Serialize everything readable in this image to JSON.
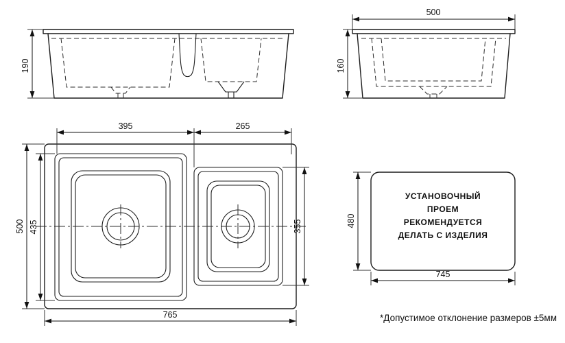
{
  "drawing": {
    "front_view": {
      "dim_height": "190"
    },
    "side_view": {
      "dim_width": "500",
      "dim_depth": "160"
    },
    "plan_view": {
      "dim_main_bowl_width": "395",
      "dim_second_bowl_width": "265",
      "dim_overall_depth": "500",
      "dim_main_bowl_depth": "435",
      "dim_second_bowl_depth": "355",
      "dim_overall_width": "765"
    },
    "cutout_note": {
      "dim_height": "480",
      "dim_width": "745",
      "line1": "УСТАНОВОЧНЫЙ",
      "line2": "ПРОЕМ",
      "line3": "РЕКОМЕНДУЕТСЯ",
      "line4": "ДЕЛАТЬ С ИЗДЕЛИЯ"
    },
    "tolerance_note": "*Допустимое отклонение размеров ±5мм"
  }
}
